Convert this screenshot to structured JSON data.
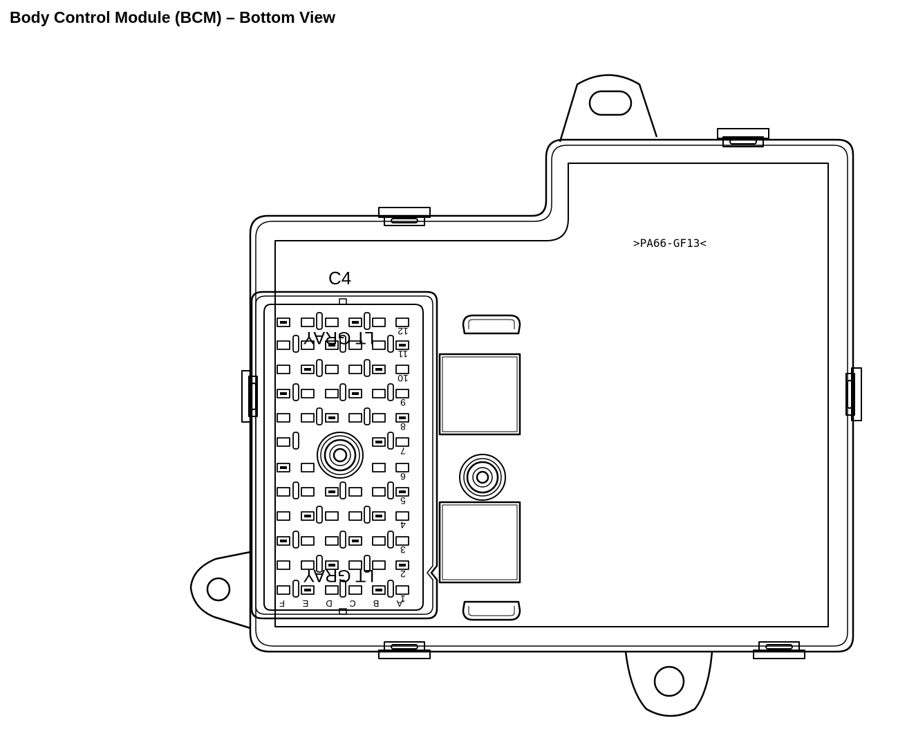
{
  "title": "Body Control Module (BCM) – Bottom View",
  "connector": {
    "id": "C4",
    "color_marking": "LT GRAY",
    "row_numbers": [
      "12",
      "11",
      "10",
      "9",
      "8",
      "7",
      "6",
      "5",
      "4",
      "3",
      "2",
      "1"
    ],
    "column_letters": [
      "F",
      "E",
      "D",
      "C",
      "B",
      "A"
    ]
  },
  "material_marking": ">PA66-GF13<",
  "colors": {
    "line": "#000000",
    "background": "#ffffff"
  }
}
